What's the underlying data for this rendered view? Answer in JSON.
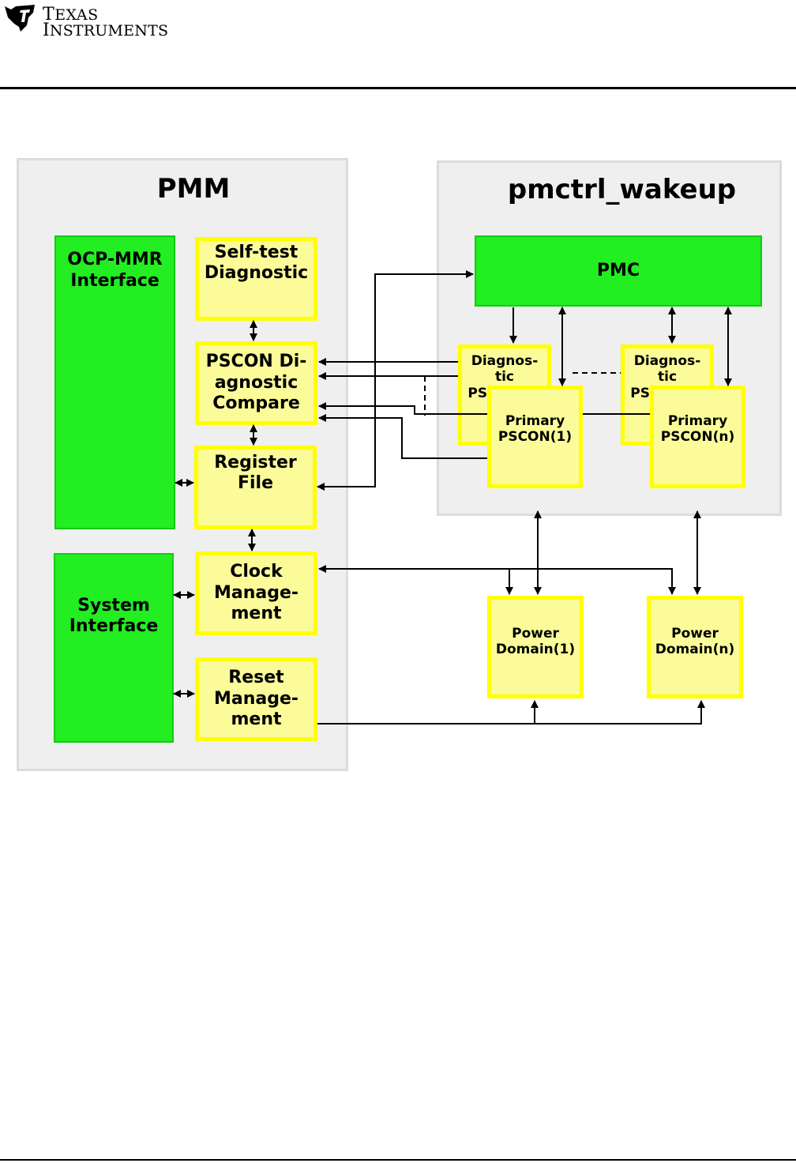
{
  "header": {
    "logo_line1": "Texas",
    "logo_line2": "Instruments"
  },
  "diagram": {
    "pmm": {
      "title": "PMM",
      "ocp_mmr": "OCP-MMR\nInterface",
      "system_interface": "System\nInterface",
      "self_test": "Self-test\nDiagnostic",
      "pscon_diag": "PSCON Di-\nagnostic\nCompare",
      "register_file": "Register\nFile",
      "clock_mgmt": "Clock\nManage-\nment",
      "reset_mgmt": "Reset\nManage-\nment"
    },
    "wakeup": {
      "title": "pmctrl_wakeup",
      "pmc": "PMC",
      "diag_pscon_1": "Diagnos-\ntic\nPSCON(1)",
      "primary_pscon_1": "Primary\nPSCON(1)",
      "diag_pscon_n": "Diagnos-\ntic\nPSCON(n)",
      "primary_pscon_n": "Primary\nPSCON(n)"
    },
    "power_domain_1": "Power\nDomain(1)",
    "power_domain_n": "Power\nDomain(n)"
  },
  "colors": {
    "block_green": "#22ee22",
    "block_yellow_fill": "#fbfb99",
    "block_yellow_border": "#ffff00",
    "container_gray": "#efefef"
  }
}
